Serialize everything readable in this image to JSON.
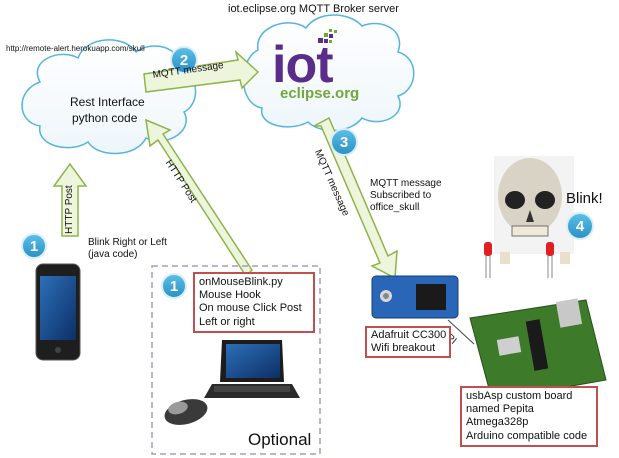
{
  "broker_title": "iot.eclipse.org MQTT Broker server",
  "url": "http://remote-alert.herokuapp.com/skull",
  "cloud_left_line1": "Rest Interface",
  "cloud_left_line2": "python code",
  "logo_iot": "iot",
  "logo_sub": "eclipse.org",
  "arrow_mqtt_message": "MQTT message",
  "arrow_mqtt_message_vertical": "MQTT message",
  "arrow_http_post_left": "HTTP Post",
  "arrow_http_post_middle": "HTTP Post",
  "spi_label": "SPI",
  "blink_label": "Blink!",
  "phone_caption": [
    "Blink Right or Left",
    "(java code)"
  ],
  "mqtt_note": [
    "MQTT message",
    "Subscribed to",
    "office_skull"
  ],
  "onmouse_box": [
    "onMouseBlink.py",
    "Mouse Hook",
    "On mouse Click Post",
    "Left or right"
  ],
  "cc3000_box": [
    "Adafruit CC300",
    "Wifi breakout"
  ],
  "board_box": [
    "usbAsp custom board",
    "named Pepita",
    "Atmega328p",
    "Arduino compatible code"
  ],
  "optional_label": "Optional",
  "steps": {
    "s1a": "1",
    "s1b": "1",
    "s2": "2",
    "s3": "3",
    "s4": "4"
  },
  "colors": {
    "circle": "#3aa6d8",
    "arrow_fill": "#eef5dd",
    "arrow_stroke": "#8fb34c",
    "cloud_stroke": "#55b4df",
    "box_border": "#c0504d",
    "dash": "#a89ac0",
    "logo_purple": "#5b2d8a",
    "logo_green": "#72a83a"
  }
}
